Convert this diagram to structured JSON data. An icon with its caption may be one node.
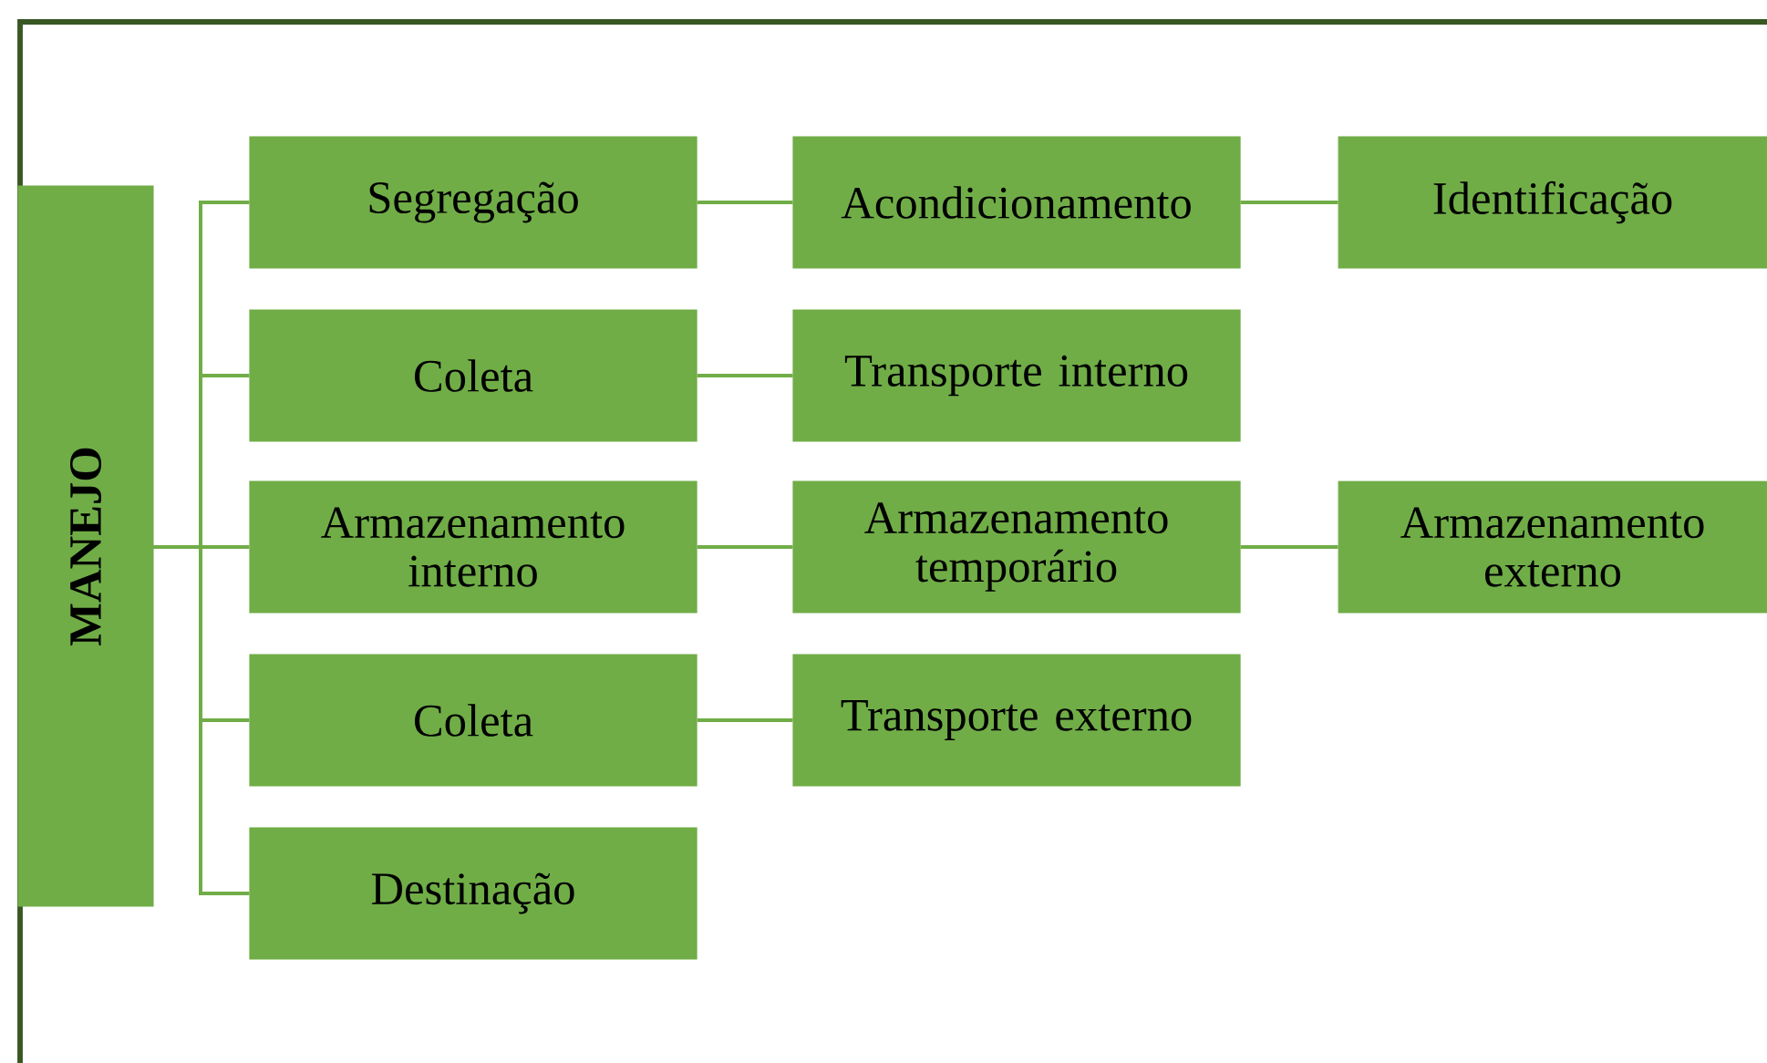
{
  "diagram": {
    "nodes": [
      {
        "text": [
          "MANEJO"
        ]
      },
      {
        "text": [
          "Segregação"
        ]
      },
      {
        "text": [
          "Acondicionamento"
        ]
      },
      {
        "text": [
          "Identificação"
        ]
      },
      {
        "text": [
          "Coleta"
        ]
      },
      {
        "text": [
          "Transporte interno"
        ]
      },
      {
        "text": [
          "Armazenamento interno"
        ]
      },
      {
        "text": [
          "Armazenamento temporário"
        ]
      },
      {
        "text": [
          "Armazenamento externo"
        ]
      },
      {
        "text": [
          "Coleta"
        ]
      },
      {
        "text": [
          "Transporte externo"
        ]
      },
      {
        "text": [
          "Destinação"
        ]
      }
    ],
    "edges": [
      {
        "from": 0,
        "to": 1,
        "arrow": "none"
      },
      {
        "from": 0,
        "to": 4,
        "arrow": "none"
      },
      {
        "from": 0,
        "to": 6,
        "arrow": "none"
      },
      {
        "from": 0,
        "to": 9,
        "arrow": "none"
      },
      {
        "from": 0,
        "to": 11,
        "arrow": "none"
      },
      {
        "from": 1,
        "to": 2,
        "arrow": "none"
      },
      {
        "from": 2,
        "to": 3,
        "arrow": "none"
      },
      {
        "from": 4,
        "to": 5,
        "arrow": "none"
      },
      {
        "from": 6,
        "to": 7,
        "arrow": "none"
      },
      {
        "from": 7,
        "to": 8,
        "arrow": "none"
      },
      {
        "from": 9,
        "to": 10,
        "arrow": "none"
      }
    ]
  }
}
